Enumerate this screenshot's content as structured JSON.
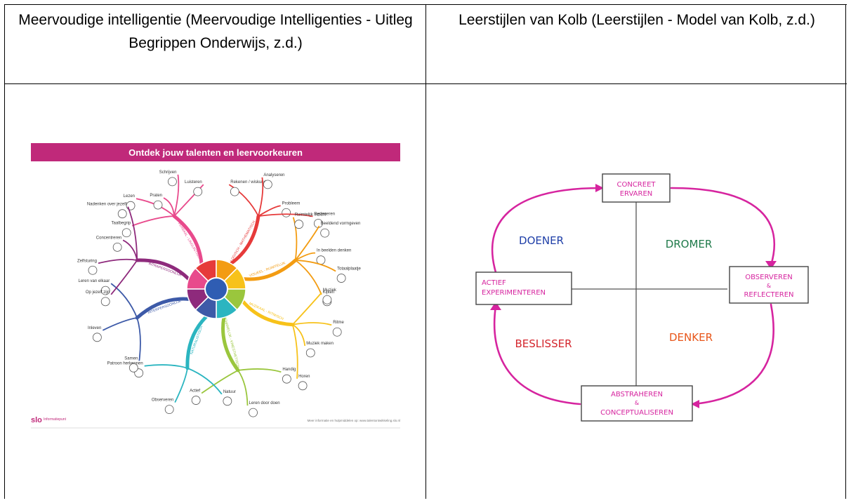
{
  "table": {
    "col1_header": "Meervoudige intelligentie (Meervoudige Intelligenties - Uitleg Begrippen Onderwijs, z.d.)",
    "col2_header": "Leerstijlen van Kolb (Leerstijlen - Model van Kolb, z.d.)"
  },
  "mindmap": {
    "banner": "Ontdek jouw talenten en leervoorkeuren",
    "branches": [
      {
        "name": "VERBAAL - LINGUISTISCH",
        "color": "#e84a8c",
        "items": [
          "Taalbegrip",
          "Lezen",
          "Praten",
          "Schrijven",
          "Luisteren"
        ]
      },
      {
        "name": "LOGISCH - MATHEMATISCH",
        "color": "#e63a3a",
        "items": [
          "Rekenen / wiskunde",
          "Analyseren",
          "Probleem",
          "Redeneren"
        ]
      },
      {
        "name": "VISUEEL - RUIMTELIJK",
        "color": "#f39c12",
        "items": [
          "Ruimtelijk inzicht",
          "Beeldend vormgeven",
          "In beelden denken",
          "Totaalplaatje",
          "Kijken"
        ]
      },
      {
        "name": "MUZIKAAL - RITMISCH",
        "color": "#f7c21a",
        "items": [
          "Muziek",
          "Ritme",
          "Muziek maken",
          "Horen"
        ]
      },
      {
        "name": "LICHAMELIJK - KINESTHETISCH",
        "color": "#9ac63d",
        "items": [
          "Handig",
          "Leren door doen",
          "Actief"
        ]
      },
      {
        "name": "NATURALISTISCH",
        "color": "#2bb5c0",
        "items": [
          "Natuur",
          "Observeren",
          "Patroon herkennen"
        ]
      },
      {
        "name": "INTERPERSOONLIJK",
        "color": "#3d5aa8",
        "items": [
          "Samen",
          "Inleven",
          "Leren van elkaar"
        ]
      },
      {
        "name": "INTRAPERSOONLIJK",
        "color": "#8e2a7c",
        "items": [
          "Op jezelf zijn",
          "Zelfsturing",
          "Concentreren",
          "Nadenken over jezelf"
        ]
      }
    ],
    "footer_logo": "slo",
    "footer_logo_sub": "Informatiepunt",
    "footer_link": "Meer informatie en hulpmiddelen op: www.talentontwikkeling.slo.nl"
  },
  "kolb": {
    "stages": {
      "top": "CONCREET ERVAREN",
      "right": "OBSERVEREN & REFLECTEREN",
      "bottom": "ABSTRAHEREN & CONCEPTUALISEREN",
      "left": "ACTIEF EXPERIMENTEREN"
    },
    "styles": {
      "doener": "DOENER",
      "dromer": "DROMER",
      "beslisser": "BESLISSER",
      "denker": "DENKER"
    },
    "colors": {
      "arrow": "#d6249f",
      "doener": "#1f3fa8",
      "dromer": "#1f7a4a",
      "beslisser": "#d4252c",
      "denker": "#e8561a"
    }
  }
}
